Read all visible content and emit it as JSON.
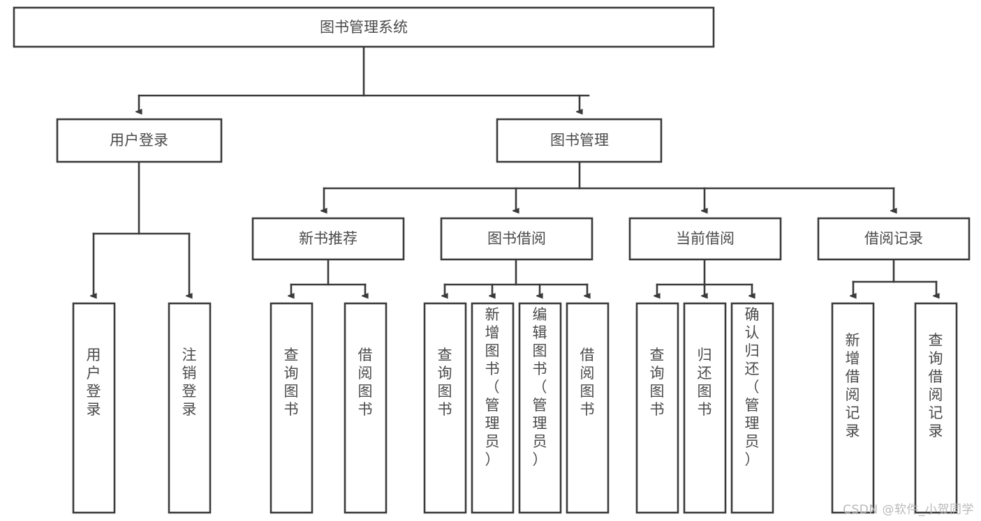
{
  "diagram": {
    "type": "tree",
    "title": "图书管理系统",
    "watermark": "CSDN @软件_小贺同学",
    "colors": {
      "background": "#ffffff",
      "stroke": "#3a3a3a",
      "box_fill": "#ffffff",
      "text": "#4a4a4a",
      "watermark": "#b9b9b9"
    },
    "levels": {
      "root": {
        "label": "图书管理系统"
      },
      "level2": [
        {
          "label": "用户登录"
        },
        {
          "label": "图书管理"
        }
      ],
      "level3": [
        {
          "label": "新书推荐"
        },
        {
          "label": "图书借阅"
        },
        {
          "label": "当前借阅"
        },
        {
          "label": "借阅记录"
        }
      ],
      "leaves": {
        "user_login": [
          {
            "label": "用户登录"
          },
          {
            "label": "注销登录"
          }
        ],
        "new_book_recommend": [
          {
            "label": "查询图书"
          },
          {
            "label": "借阅图书"
          }
        ],
        "book_borrow": [
          {
            "label": "查询图书"
          },
          {
            "label": "新增图书（管理员）"
          },
          {
            "label": "编辑图书（管理员）"
          },
          {
            "label": "借阅图书"
          }
        ],
        "current_borrow": [
          {
            "label": "查询图书"
          },
          {
            "label": "归还图书"
          },
          {
            "label": "确认归还（管理员）"
          }
        ],
        "borrow_record": [
          {
            "label": "新增借阅记录"
          },
          {
            "label": "查询借阅记录"
          }
        ]
      }
    }
  }
}
